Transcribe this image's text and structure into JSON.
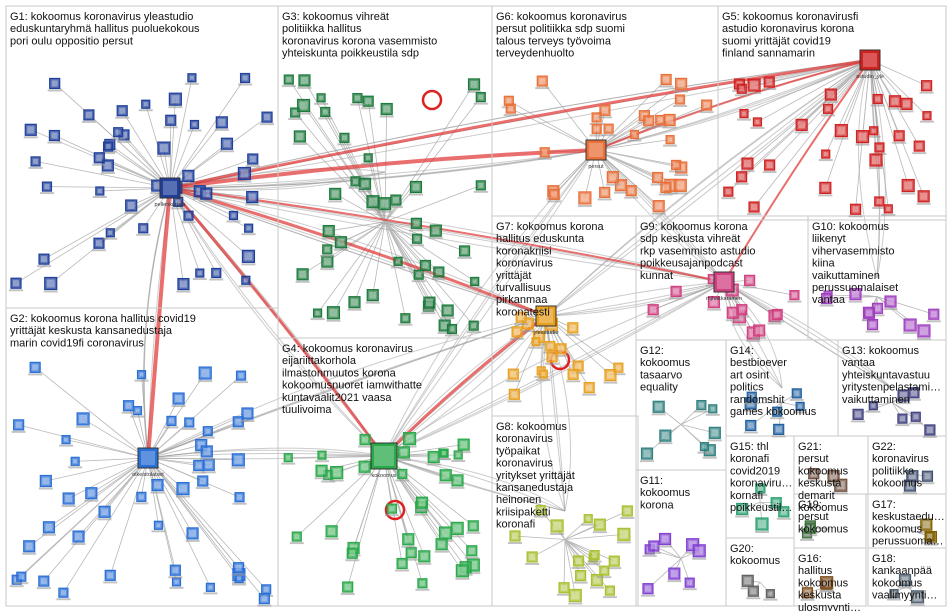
{
  "groups": [
    {
      "id": "G1",
      "label": "G1: kokoomus koronavirus yleastudio eduskuntaryhmä hallitus puoluekokous pori oulu oppositio persut",
      "color": "#1f3f9a"
    },
    {
      "id": "G2",
      "label": "G2: kokoomus korona hallitus covid19 yrittäjät keskusta kansanedustaja marin covid19fi coronavirus",
      "color": "#2a6fd6"
    },
    {
      "id": "G3",
      "label": "G3: kokoomus vihreät politiikka hallitus koronavirus korona vasemmisto yhteiskunta poikkeustila sdp",
      "color": "#1d7a3c"
    },
    {
      "id": "G4",
      "label": "G4: kokoomus koronavirus eijariittakorhola ilmastonmuutos korona kokoomusnuoret iamwithatte kuntavaalit2021 vaasa tuulivoima",
      "color": "#2aa84a"
    },
    {
      "id": "G5",
      "label": "G5: kokoomus koronavirusfi astudio koronavirus korona suomi yrittäjät covid19 finland sannamarin",
      "color": "#d02020"
    },
    {
      "id": "G6",
      "label": "G6: kokoomus koronavirus persut politiikka sdp suomi talous terveys työvoima terveydenhuolto",
      "color": "#e8703a"
    },
    {
      "id": "G7",
      "label": "G7: kokoomus korona hallitus eduskunta koronakriisi koronavirus yrittäjät turvallisuus pirkanmaa koronatesti",
      "color": "#e8a020"
    },
    {
      "id": "G8",
      "label": "G8: kokoomus koronavirus työpaikat koronavirus yritykset yrittäjät kansanedustaja heinonen kriisipaketti koronafi",
      "color": "#a8c030"
    },
    {
      "id": "G9",
      "label": "G9: kokoomus korona sdp keskusta vihreät rkp vasemmisto astudio poikkeusajanpodcast kunnat",
      "color": "#d04080"
    },
    {
      "id": "G10",
      "label": "G10: kokoomus liikenyt vihervasemmisto kiina vaikuttaminen perussuomalaiset vantaa",
      "color": "#a040c0"
    },
    {
      "id": "G11",
      "label": "G11: kokoomus korona",
      "color": "#8040d0"
    },
    {
      "id": "G12",
      "label": "G12: kokoomus tasaarvo equality",
      "color": "#308080"
    },
    {
      "id": "G13",
      "label": "G13: kokoomus vantaa yhteiskuntavastuu yritystenpelastami… vaikuttaminen",
      "color": "#404080"
    },
    {
      "id": "G14",
      "label": "G14: bestbioever art osint politics randomshit games kokoomus",
      "color": "#2060a0"
    },
    {
      "id": "G15",
      "label": "G15: thl koronafi covid2019 koronaviru… kornafi poikkeustil…",
      "color": "#2aa070"
    },
    {
      "id": "G16",
      "label": "G16: hallitus kokoomus keskusta ulosmyynti…",
      "color": "#805020"
    },
    {
      "id": "G17",
      "label": "G17: keskustaedu… kokoomus perussuoma…",
      "color": "#806000"
    },
    {
      "id": "G18",
      "label": "G18: kankaanpää kokoomus vaalimyynti…",
      "color": "#506070"
    },
    {
      "id": "G19",
      "label": "G19: persut kokoomus",
      "color": "#407040"
    },
    {
      "id": "G20",
      "label": "G20: kokoomus",
      "color": "#606060"
    },
    {
      "id": "G21",
      "label": "G21: persut kokoomus keskusta demarit kokoomus",
      "color": "#705040"
    },
    {
      "id": "G22",
      "label": "G22: koronavirus politiikka kokoomus",
      "color": "#405070"
    }
  ],
  "hubs": [
    {
      "name": "pellenkarjala",
      "group": "G1"
    },
    {
      "name": "kokoomus",
      "group": "G4"
    },
    {
      "name": "astudio_yle",
      "group": "G5"
    },
    {
      "name": "persut",
      "group": "G6"
    },
    {
      "name": "yleastudio",
      "group": "G7"
    },
    {
      "name": "mjhakkarainen",
      "group": "G9"
    },
    {
      "name": "oikeistolaiset",
      "group": "G2"
    }
  ]
}
